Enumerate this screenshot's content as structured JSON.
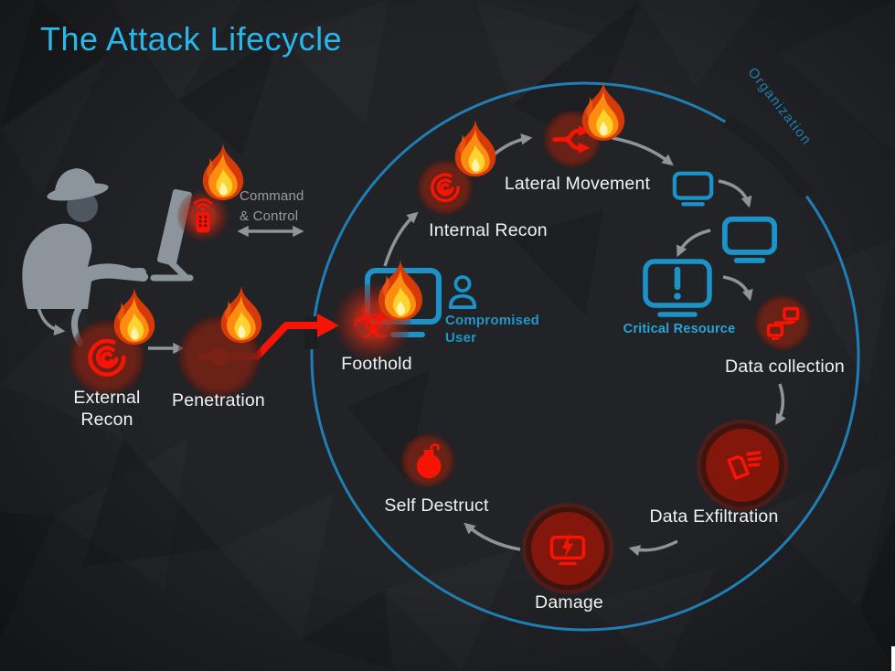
{
  "title": "The Attack Lifecycle",
  "organization": {
    "label": "Organization"
  },
  "attacker": {
    "command_control": {
      "label_line1": "Command",
      "label_line2": "& Control"
    }
  },
  "nodes": {
    "external_recon": {
      "label_line1": "External",
      "label_line2": "Recon",
      "on_fire": true
    },
    "penetration": {
      "label": "Penetration",
      "on_fire": true
    },
    "foothold": {
      "label": "Foothold",
      "on_fire": true
    },
    "compromised_user": {
      "label_line1": "Compromised",
      "label_line2": "User"
    },
    "internal_recon": {
      "label": "Internal Recon",
      "on_fire": true
    },
    "lateral_movement": {
      "label": "Lateral Movement",
      "on_fire": true
    },
    "critical_resource": {
      "label": "Critical Resource"
    },
    "data_collection": {
      "label": "Data collection"
    },
    "data_exfiltration": {
      "label": "Data Exfiltration"
    },
    "damage": {
      "label": "Damage"
    },
    "self_destruct": {
      "label": "Self Destruct"
    }
  },
  "icons": {
    "biohazard_glyph": "☣",
    "names": [
      "fire-icon",
      "hacker-silhouette",
      "remote-control-icon",
      "radar-vortex-icon",
      "penetration-arrow-icon",
      "biohazard-icon",
      "person-icon",
      "branch-arrows-icon",
      "monitor-icon",
      "monitor-alert-icon",
      "network-nodes-icon",
      "document-exfiltration-icon",
      "monitor-lightning-icon",
      "bomb-icon"
    ]
  },
  "colors": {
    "background": "#212327",
    "title_cyan": "#28b7ea",
    "circle_blue": "#1f7fb4",
    "icon_blue": "#1b93c8",
    "icon_red": "#f81405",
    "node_dark_red": "#5c2018",
    "label_white": "#f2f2f2",
    "label_gray": "#9b9b9b",
    "arrow_gray": "#8f9498"
  }
}
